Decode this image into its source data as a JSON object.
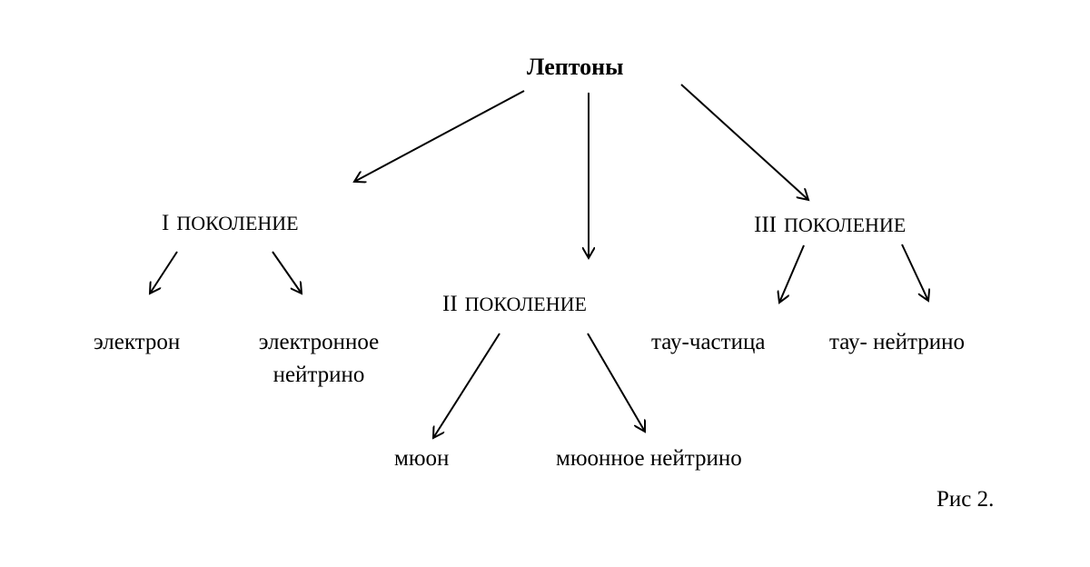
{
  "diagram": {
    "root": "Лептоны",
    "generations": [
      {
        "numeral": "I",
        "label": "ПОКОЛЕНИЕ",
        "particles": [
          {
            "line1": "электрон"
          },
          {
            "line1": "электронное",
            "line2": "нейтрино"
          }
        ]
      },
      {
        "numeral": "II",
        "label": "ПОКОЛЕНИЕ",
        "particles": [
          {
            "line1": "мюон"
          },
          {
            "line1": "мюонное нейтрино"
          }
        ]
      },
      {
        "numeral": "III",
        "label": "ПОКОЛЕНИЕ",
        "particles": [
          {
            "line1": "тау-частица"
          },
          {
            "line1": "тау- нейтрино"
          }
        ]
      }
    ],
    "caption": "Рис 2."
  }
}
